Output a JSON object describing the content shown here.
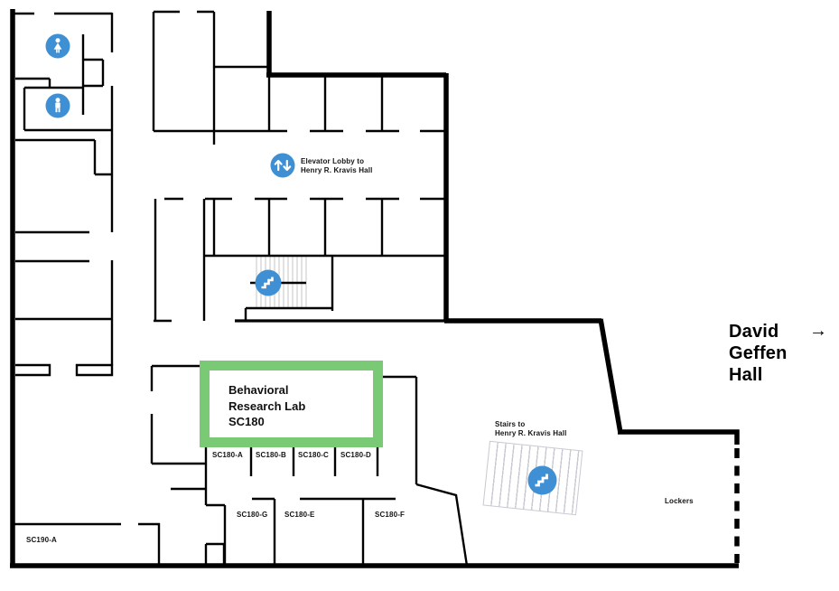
{
  "colors": {
    "wall": "#000000",
    "accent_blue": "#3E8FD3",
    "highlight_green": "#79C975",
    "tread_gray": "#CFCFCF"
  },
  "highlight": {
    "line1": "Behavioral",
    "line2": "Research Lab",
    "line3": "SC180"
  },
  "elevator": {
    "line1": "Elevator Lobby to",
    "line2": "Henry R. Kravis Hall"
  },
  "stairs_kravis": {
    "line1": "Stairs to",
    "line2": "Henry R. Kravis Hall"
  },
  "destination": {
    "line1": "David",
    "line2": "Geffen",
    "line3": "Hall",
    "arrow": "→"
  },
  "rooms": {
    "row1": [
      "SC180-A",
      "SC180-B",
      "SC180-C",
      "SC180-D"
    ],
    "row2": [
      "SC180-G",
      "SC180-E",
      "SC180-F"
    ],
    "other": [
      "SC190-A"
    ],
    "lockers": "Lockers"
  }
}
